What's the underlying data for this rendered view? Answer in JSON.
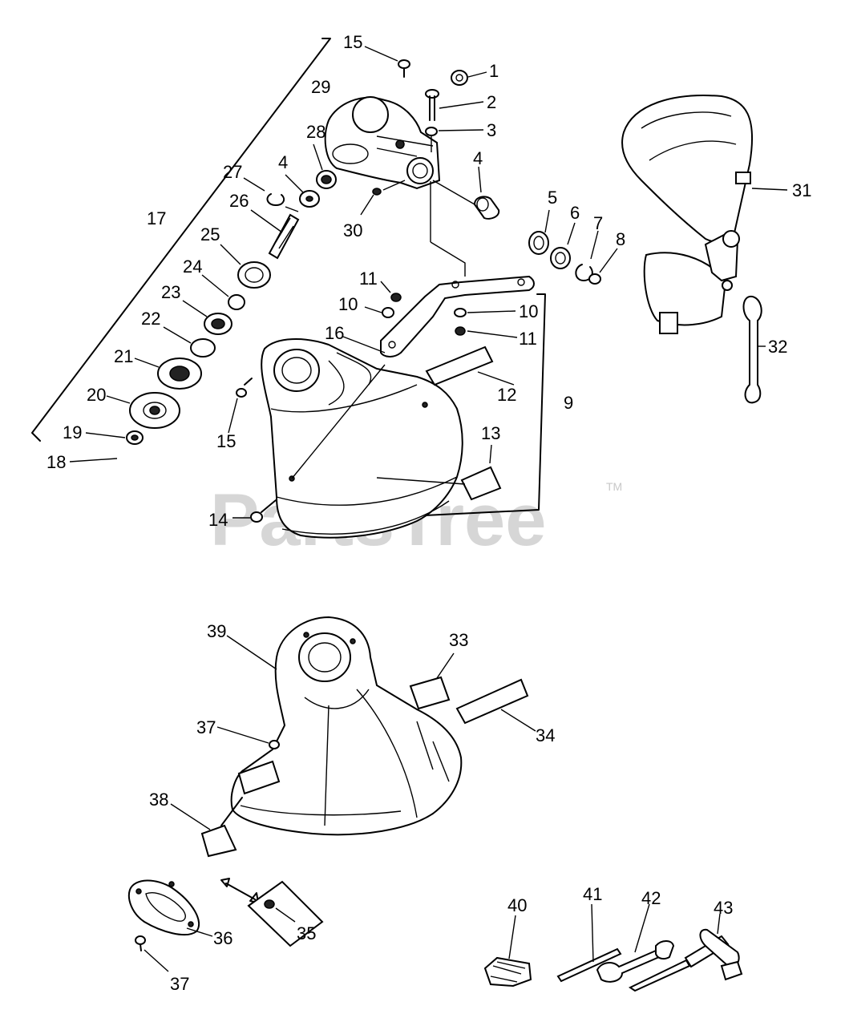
{
  "watermark": {
    "text": "PartsTree",
    "trademark": "TM"
  },
  "callouts": {
    "c1": "1",
    "c2": "2",
    "c3": "3",
    "c4a": "4",
    "c4b": "4",
    "c5": "5",
    "c6": "6",
    "c7": "7",
    "c8": "8",
    "c9": "9",
    "c10a": "10",
    "c10b": "10",
    "c11a": "11",
    "c11b": "11",
    "c12": "12",
    "c13": "13",
    "c14": "14",
    "c15a": "15",
    "c15b": "15",
    "c16": "16",
    "c17": "17",
    "c18": "18",
    "c19": "19",
    "c20": "20",
    "c21": "21",
    "c22": "22",
    "c23": "23",
    "c24": "24",
    "c25": "25",
    "c26": "26",
    "c27": "27",
    "c28": "28",
    "c29": "29",
    "c30": "30",
    "c31": "31",
    "c32": "32",
    "c33": "33",
    "c34": "34",
    "c35": "35",
    "c36": "36",
    "c37a": "37",
    "c37b": "37",
    "c38": "38",
    "c39": "39",
    "c40": "40",
    "c41": "41",
    "c42": "42",
    "c43": "43"
  }
}
